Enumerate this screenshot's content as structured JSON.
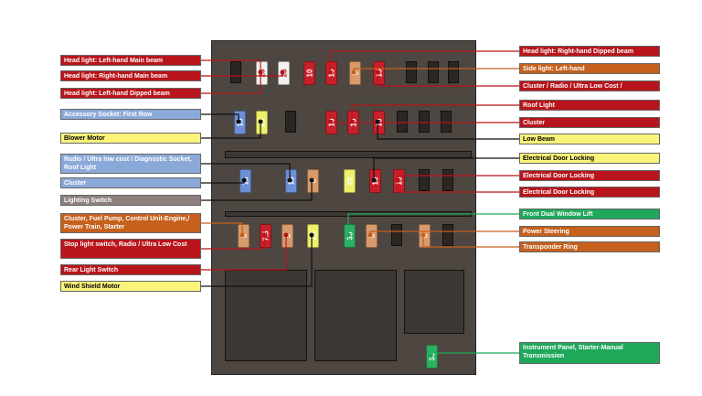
{
  "labels_left": [
    {
      "id": "l1",
      "text": "Head light: Left-hand Main beam",
      "color": "red"
    },
    {
      "id": "l2",
      "text": "Head light: Right-hand Main beam",
      "color": "red"
    },
    {
      "id": "l3",
      "text": "Head light: Left-hand Dipped beam",
      "color": "red"
    },
    {
      "id": "l4",
      "text": "Accessory Socket: First Row",
      "color": "blue"
    },
    {
      "id": "l5",
      "text": "Blower Motor",
      "color": "yellow"
    },
    {
      "id": "l6",
      "text": "Radio / Ultra low cost / Diagnostic Socket, Roof Light",
      "color": "blue"
    },
    {
      "id": "l7",
      "text": "Cluster",
      "color": "blue"
    },
    {
      "id": "l8",
      "text": "Lighting Switch",
      "color": "gray"
    },
    {
      "id": "l9",
      "text": "Cluster, Fuel Pump, Control Unit-Engine,/ Power Train, Starter",
      "color": "orange"
    },
    {
      "id": "l10",
      "text": "Stop light switch, Radio / Ultra Low Cost",
      "color": "red"
    },
    {
      "id": "l11",
      "text": "Rear Light Switch",
      "color": "red"
    },
    {
      "id": "l12",
      "text": "Wind Shield Motor",
      "color": "yellow"
    }
  ],
  "labels_right": [
    {
      "id": "r1",
      "text": "Head light: Right-hand Dipped beam",
      "color": "red"
    },
    {
      "id": "r2",
      "text": "Side light: Left-hand",
      "color": "orange"
    },
    {
      "id": "r3",
      "text": "Cluster / Radio / Ultra Low Cost /",
      "color": "red"
    },
    {
      "id": "r4",
      "text": "Roof Light",
      "color": "red"
    },
    {
      "id": "r5",
      "text": "Cluster",
      "color": "red"
    },
    {
      "id": "r6",
      "text": "Low Beam",
      "color": "yellow"
    },
    {
      "id": "r7",
      "text": "Electrical Door Locking",
      "color": "yellow"
    },
    {
      "id": "r8",
      "text": "Electrical Door Locking",
      "color": "red"
    },
    {
      "id": "r9",
      "text": "Electrical Door Locking",
      "color": "red"
    },
    {
      "id": "r10",
      "text": "Front Dual Window Lift",
      "color": "green"
    },
    {
      "id": "r11",
      "text": "Power Steering",
      "color": "orange"
    },
    {
      "id": "r12",
      "text": "Transponder Ring",
      "color": "orange"
    },
    {
      "id": "r13",
      "text": "Instrument Panel, Starter-Manual Transmission",
      "color": "green"
    }
  ],
  "fuses": [
    {
      "id": "f1",
      "rating": "25",
      "color": "#f2f2f0",
      "text": "#b02020"
    },
    {
      "id": "f2",
      "rating": "25",
      "color": "#f2f2f0",
      "text": "#b02020"
    },
    {
      "id": "f3",
      "rating": "10",
      "color": "#c8202a",
      "text": "#ffffff"
    },
    {
      "id": "f4",
      "rating": "10",
      "color": "#c8202a",
      "text": "#ffffff"
    },
    {
      "id": "f5",
      "rating": "5",
      "color": "#d89a6a",
      "text": "#ffffff"
    },
    {
      "id": "f6",
      "rating": "15",
      "color": "#c8202a",
      "text": "#ffffff"
    },
    {
      "id": "f7",
      "rating": "15",
      "color": "#6c8fd6",
      "text": "#ffffff"
    },
    {
      "id": "f8",
      "rating": "20",
      "color": "#eef06a",
      "text": "#ffffff"
    },
    {
      "id": "f9",
      "rating": "10",
      "color": "#c8202a",
      "text": "#ffffff"
    },
    {
      "id": "f10",
      "rating": "10",
      "color": "#c8202a",
      "text": "#ffffff"
    },
    {
      "id": "f11",
      "rating": "10",
      "color": "#c8202a",
      "text": "#ffffff"
    },
    {
      "id": "f12",
      "rating": "15",
      "color": "#6c8fd6",
      "text": "#ffffff"
    },
    {
      "id": "f13",
      "rating": "15",
      "color": "#6c8fd6",
      "text": "#ffffff"
    },
    {
      "id": "f14",
      "rating": "5",
      "color": "#d89a6a",
      "text": "#ffffff"
    },
    {
      "id": "f15",
      "rating": "20",
      "color": "#eef06a",
      "text": "#ffffff"
    },
    {
      "id": "f16",
      "rating": "10",
      "color": "#c8202a",
      "text": "#ffffff"
    },
    {
      "id": "f17",
      "rating": "10",
      "color": "#c8202a",
      "text": "#ffffff"
    },
    {
      "id": "f18",
      "rating": "5",
      "color": "#d89a6a",
      "text": "#ffffff"
    },
    {
      "id": "f19",
      "rating": "7.5",
      "color": "#c8202a",
      "text": "#ffffff"
    },
    {
      "id": "f20",
      "rating": "5",
      "color": "#d89a6a",
      "text": "#ffffff"
    },
    {
      "id": "f21",
      "rating": "20",
      "color": "#eef06a",
      "text": "#ffffff"
    },
    {
      "id": "f22",
      "rating": "30",
      "color": "#2fb060",
      "text": "#ffffff"
    },
    {
      "id": "f23",
      "rating": "5",
      "color": "#d89a6a",
      "text": "#ffffff"
    },
    {
      "id": "f24",
      "rating": "5",
      "color": "#d89a6a",
      "text": "#ffffff"
    },
    {
      "id": "f25",
      "rating": "30",
      "color": "#2fb060",
      "text": "#ffffff"
    }
  ]
}
